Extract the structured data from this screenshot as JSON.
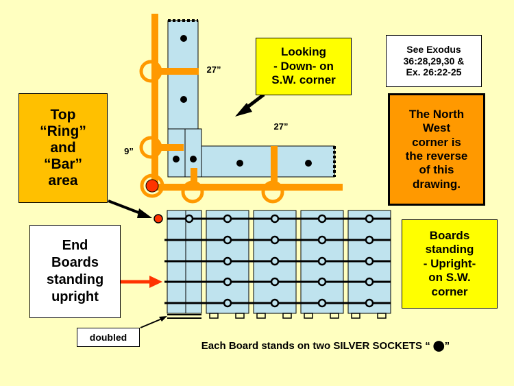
{
  "labels": {
    "looking_down": "Looking\n- Down- on\nS.W. corner",
    "see_exodus": "See  Exodus\n36:28,29,30 &\nEx. 26:22-25",
    "north_west": "The North\nWest\ncorner is\nthe reverse\nof this\ndrawing.",
    "top_ring_bar": "Top\n“Ring”\nand\n“Bar”\narea",
    "end_boards": "End\nBoards\nstanding\nupright",
    "boards_standing": "Boards\nstanding\n- Upright-\non  S.W.\ncorner",
    "doubled": "doubled",
    "caption": "Each Board stands on two SILVER SOCKETS “ ⬤”",
    "dim_27_a": "27”",
    "dim_27_b": "27”",
    "dim_9": "9”"
  },
  "colors": {
    "background": "#FFFFC0",
    "board": "#BFE3EE",
    "orange": "#FF9900",
    "yellow_box": "#FFFF00",
    "gold_box": "#FFC000",
    "red": "#FF3300"
  }
}
